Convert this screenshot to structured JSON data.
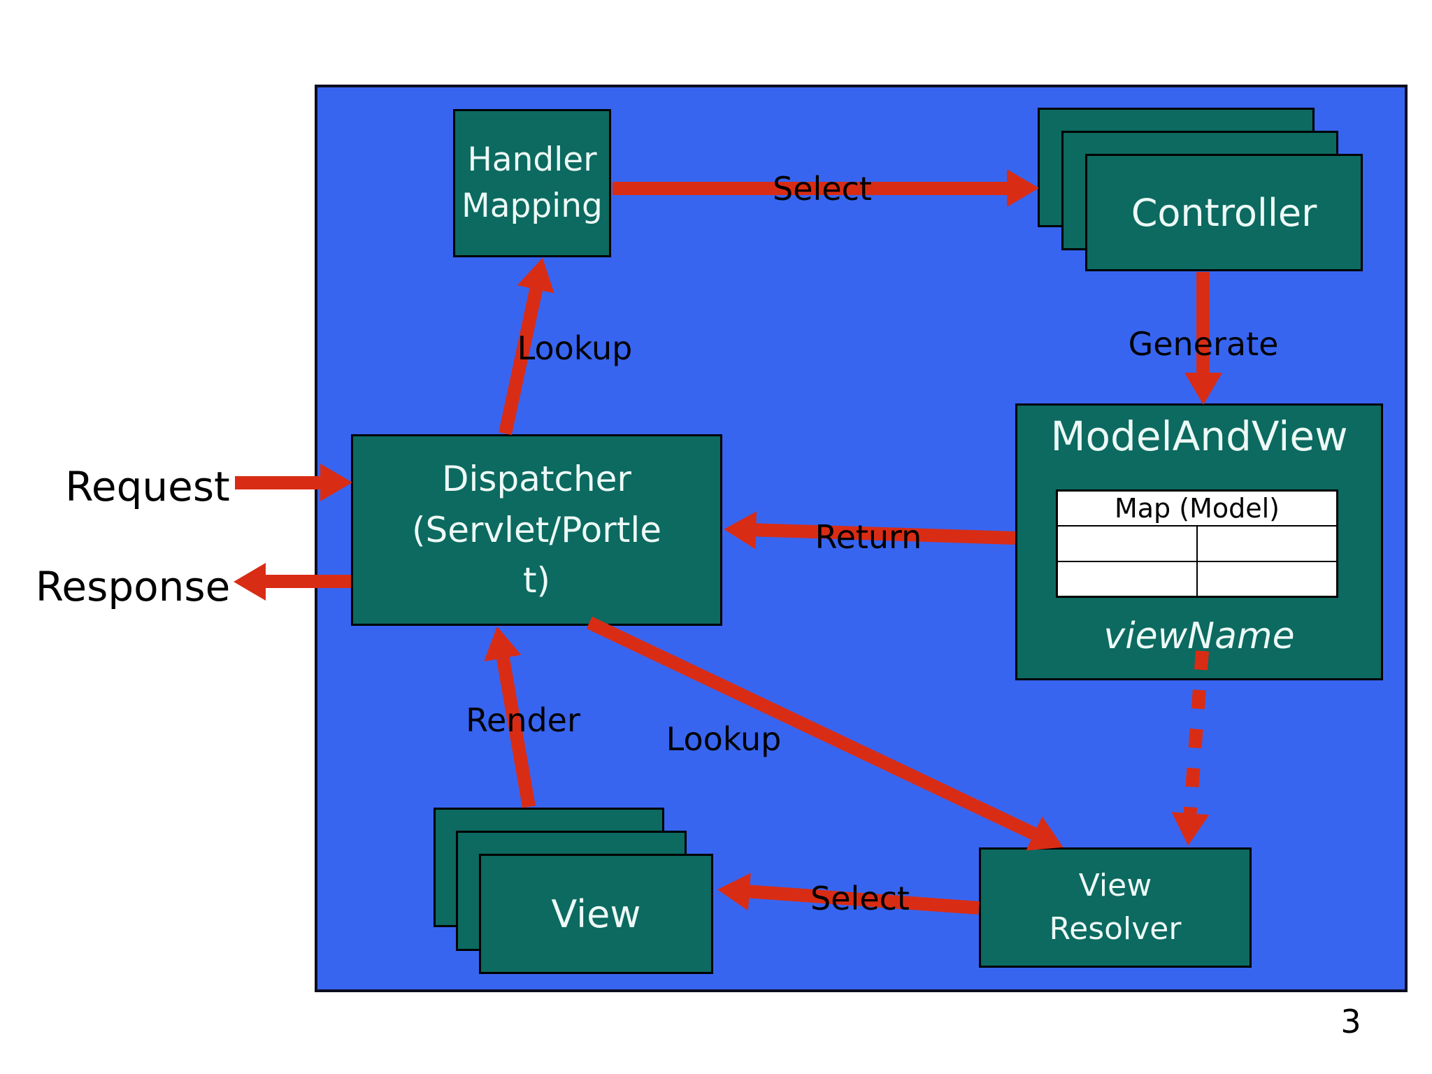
{
  "slide": {
    "page_number": "3"
  },
  "colors": {
    "panel_blue": "#3865F0",
    "box_teal": "#0C6A60",
    "arrow_red": "#D92C15",
    "box_text": "#EDF9F6",
    "label_black": "#000000",
    "table_bg": "#FFFFFF"
  },
  "nodes": {
    "handler_mapping": {
      "line1": "Handler",
      "line2": "Mapping"
    },
    "controller": {
      "label": "Controller"
    },
    "dispatcher": {
      "line1": "Dispatcher",
      "line2": "(Servlet/Portle",
      "line3": "t)"
    },
    "model_and_view": {
      "title": "ModelAndView",
      "map_header": "Map (Model)",
      "view_name": "viewName"
    },
    "view": {
      "label": "View"
    },
    "view_resolver": {
      "line1": "View",
      "line2": "Resolver"
    }
  },
  "edge_labels": {
    "request": "Request",
    "response": "Response",
    "select_top": "Select",
    "generate": "Generate",
    "lookup_top": "Lookup",
    "return": "Return",
    "render": "Render",
    "lookup_bottom": "Lookup",
    "select_bottom": "Select"
  }
}
